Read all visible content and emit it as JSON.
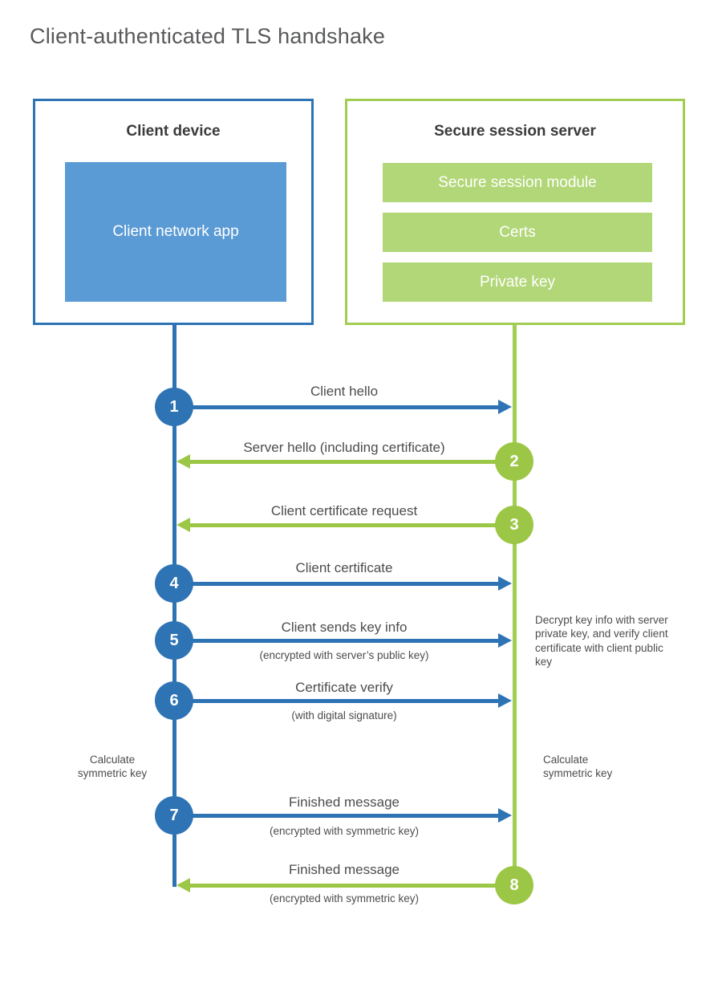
{
  "title": "Client-authenticated TLS handshake",
  "colors": {
    "blue_structure": "#2e74b5",
    "blue_fill": "#5b9bd5",
    "green_structure": "#9cc746",
    "green_border": "#a2cd53",
    "green_fill": "#b2d778"
  },
  "client_box": {
    "title": "Client device",
    "module": "Client network app"
  },
  "server_box": {
    "title": "Secure session server",
    "modules": [
      "Secure session module",
      "Certs",
      "Private key"
    ]
  },
  "steps": [
    {
      "number": "1",
      "from": "client",
      "label": "Client hello",
      "sublabel": ""
    },
    {
      "number": "2",
      "from": "server",
      "label": "Server hello (including certificate)",
      "sublabel": ""
    },
    {
      "number": "3",
      "from": "server",
      "label": "Client certificate request",
      "sublabel": ""
    },
    {
      "number": "4",
      "from": "client",
      "label": "Client certificate",
      "sublabel": ""
    },
    {
      "number": "5",
      "from": "client",
      "label": "Client sends key info",
      "sublabel": "(encrypted with server’s public key)"
    },
    {
      "number": "6",
      "from": "client",
      "label": "Certificate verify",
      "sublabel": "(with digital signature)"
    },
    {
      "number": "7",
      "from": "client",
      "label": "Finished message",
      "sublabel": "(encrypted with symmetric key)"
    },
    {
      "number": "8",
      "from": "server",
      "label": "Finished message",
      "sublabel": "(encrypted with symmetric key)"
    }
  ],
  "annotations": {
    "decrypt_note": "Decrypt key info with server private key, and verify client certificate with client public key",
    "calculate_left": "Calculate symmetric key",
    "calculate_right": "Calculate symmetric key"
  }
}
